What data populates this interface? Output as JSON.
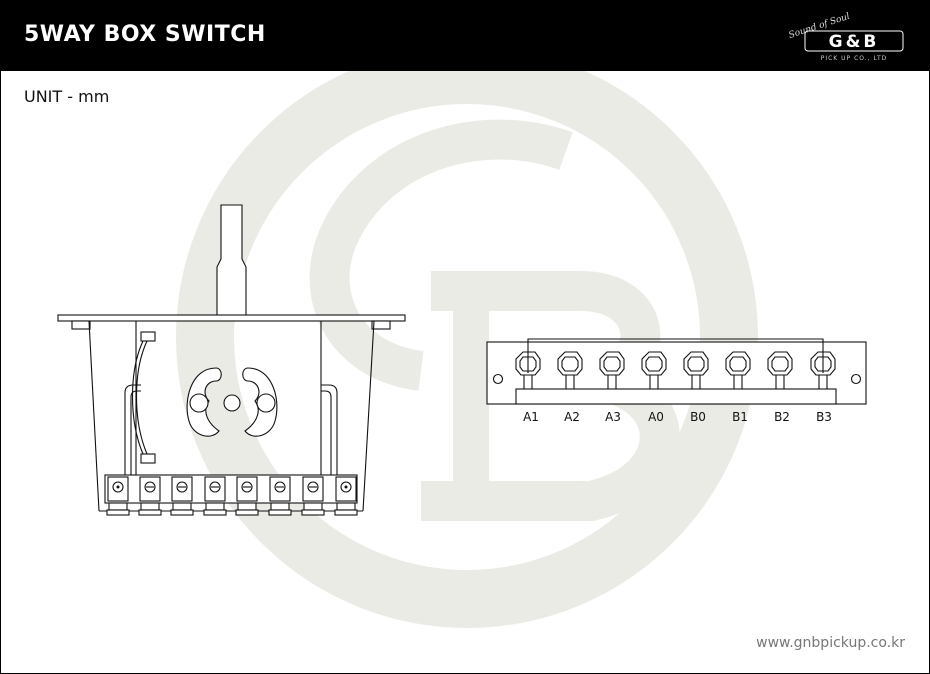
{
  "header": {
    "title": "5WAY BOX SWITCH",
    "logo": {
      "tagline": "Sound of Soul",
      "brand": "G&B",
      "subtitle": "PICK UP CO., LTD"
    },
    "background_color": "#000000",
    "text_color": "#ffffff"
  },
  "unit_label": "UNIT - mm",
  "terminal_labels": [
    "A1",
    "A2",
    "A3",
    "A0",
    "B0",
    "B1",
    "B2",
    "B3"
  ],
  "footer": {
    "website": "www.gnbpickup.co.kr"
  },
  "watermark": {
    "icon": "gb-circle-logo-icon",
    "color": "#ebebe6"
  }
}
